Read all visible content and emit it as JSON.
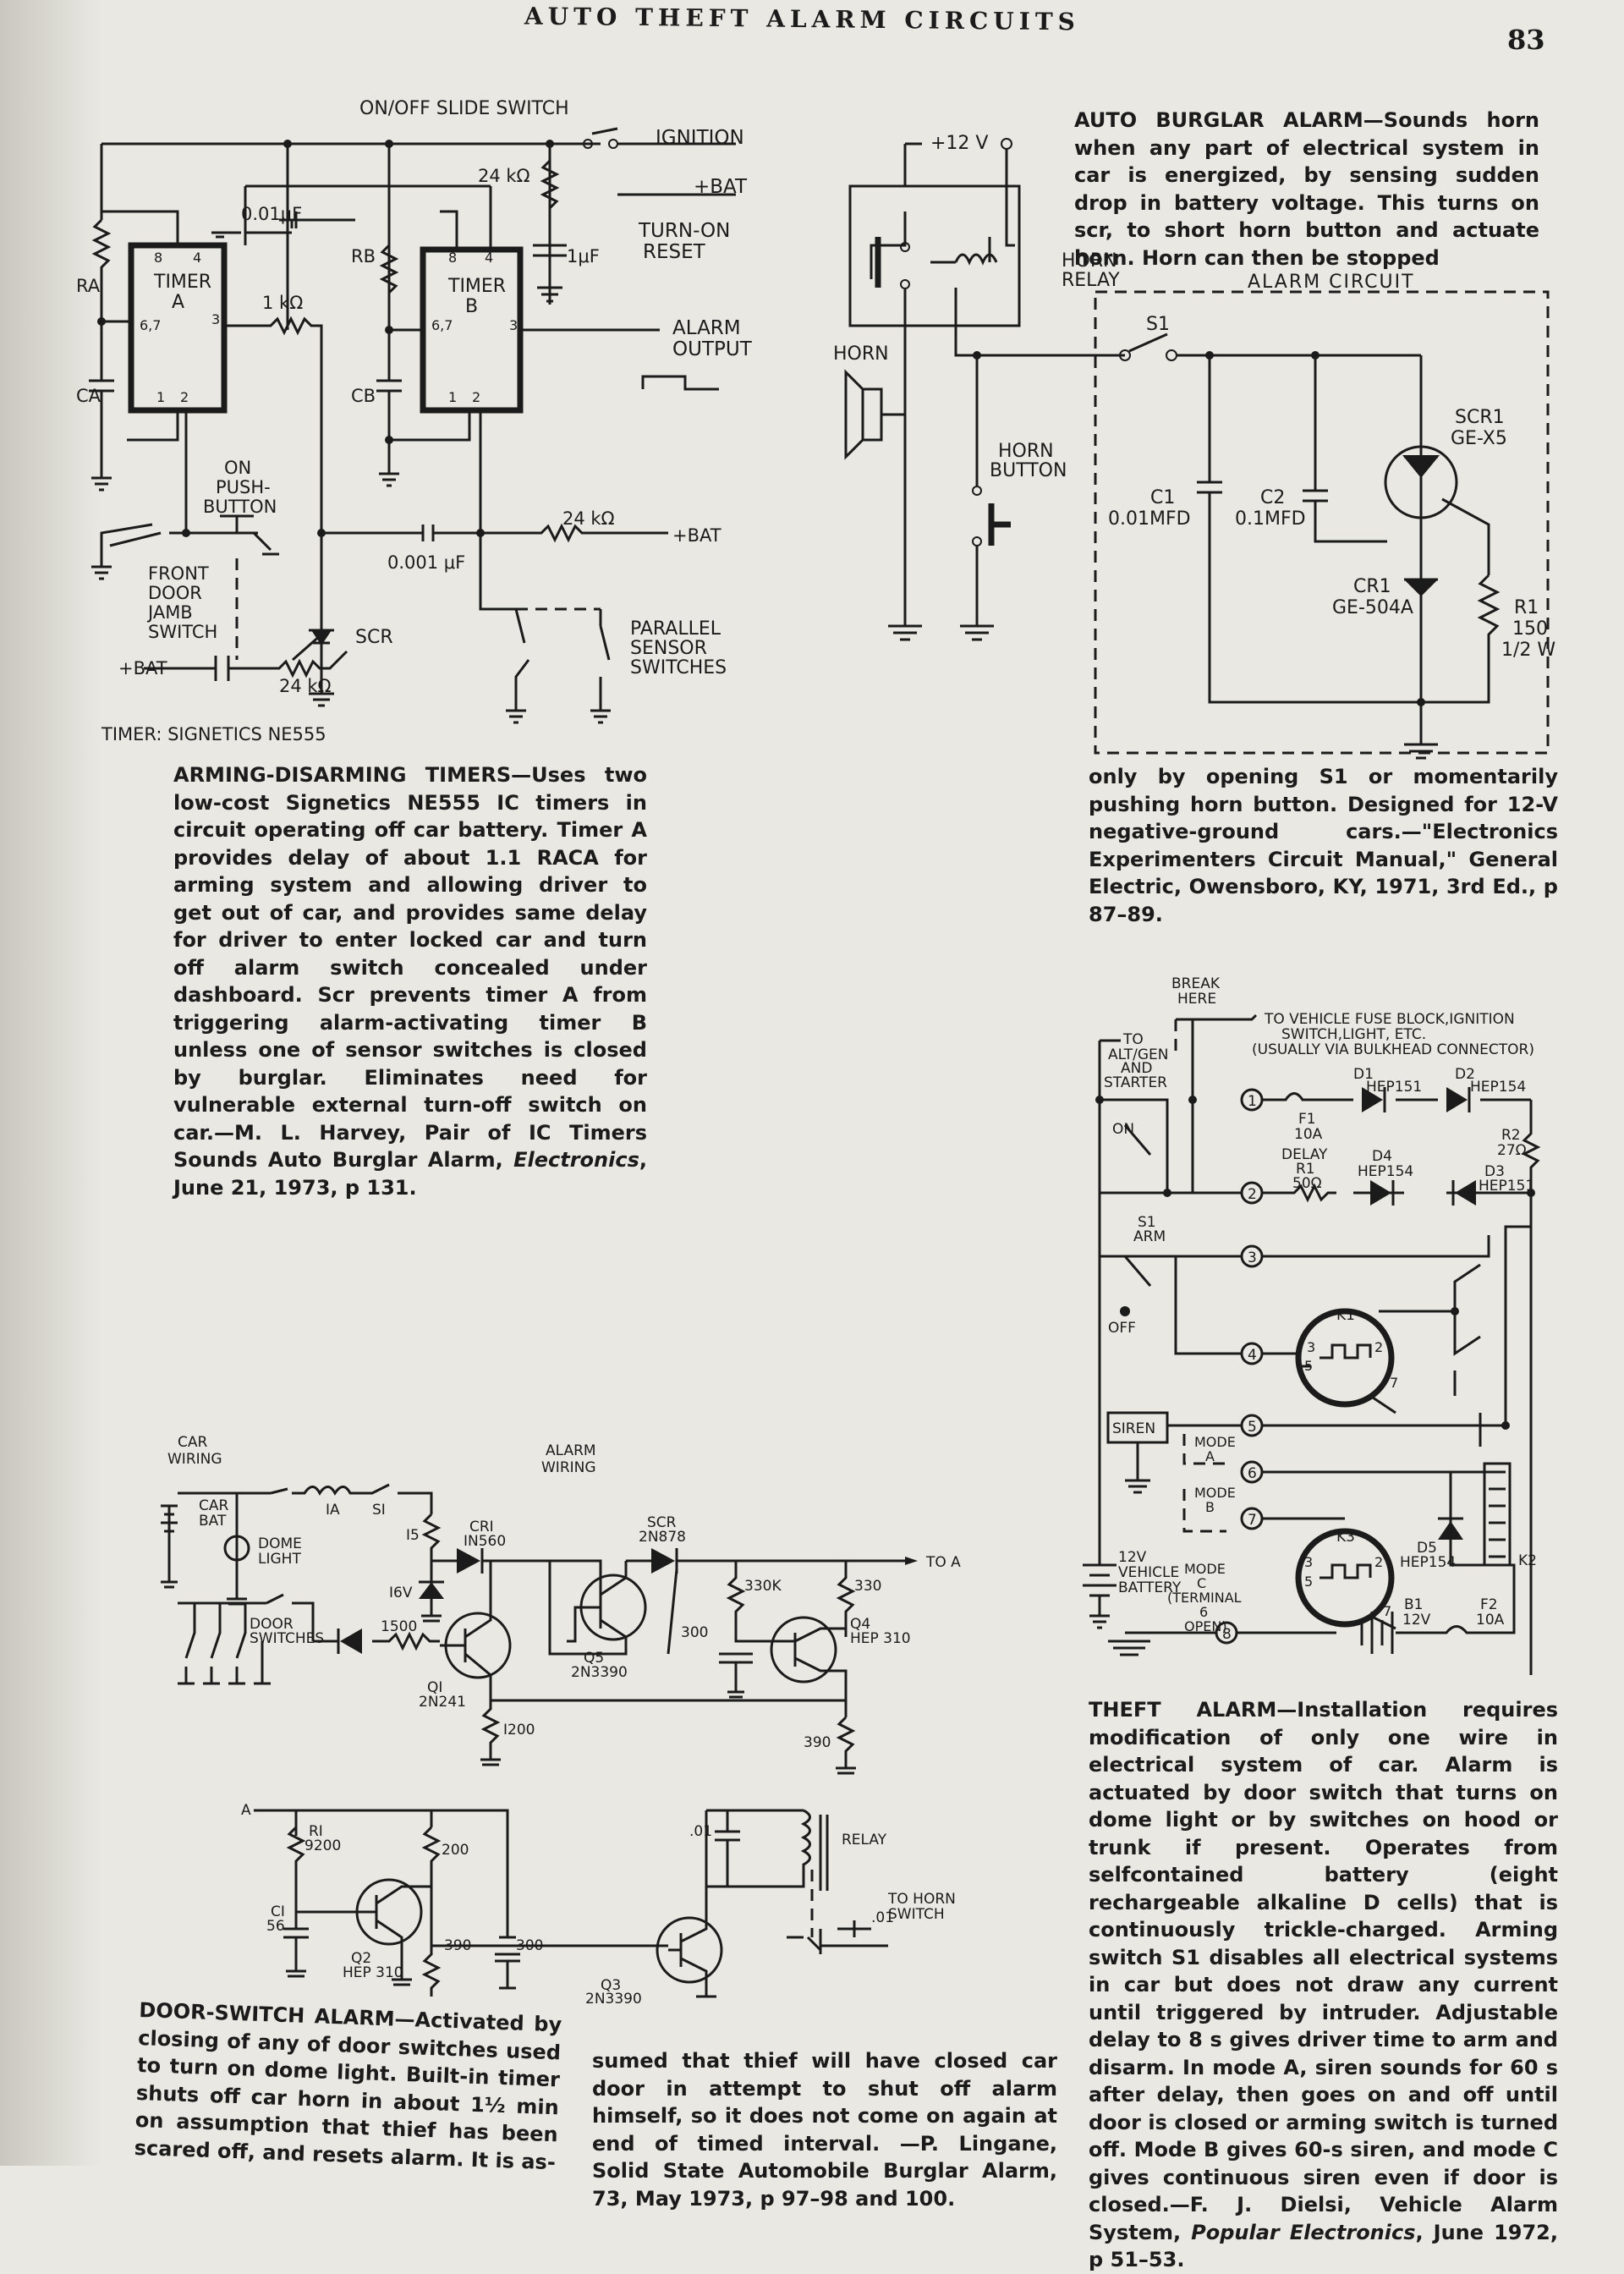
{
  "header": {
    "title": "AUTO THEFT ALARM CIRCUITS",
    "page_number": "83"
  },
  "circuit_arming": {
    "labels": {
      "slide_switch": "ON/OFF SLIDE SWITCH",
      "ignition": "IGNITION",
      "bat1": "+BAT",
      "r24k_top": "24 kΩ",
      "turn_on_reset": "TURN-ON\nRESET",
      "c001uf": "0.01μF",
      "c1uf": "1μF",
      "ra": "RA",
      "rb": "RB",
      "ca": "CA",
      "cb": "CB",
      "timer_a": "TIMER\nA",
      "timer_b": "TIMER\nB",
      "r1k": "1 kΩ",
      "alarm_output": "ALARM\nOUTPUT",
      "on_push_button": "ON\nPUSH-\nBUTTON",
      "front_door": "FRONT\nDOOR\nJAMB\nSWITCH",
      "c0001uf": "0.001 μF",
      "r24k_mid": "24 kΩ",
      "bat2": "+BAT",
      "scr": "SCR",
      "parallel": "PARALLEL\nSENSOR\nSWITCHES",
      "bat3": "+BAT",
      "r24k_bot": "24 kΩ",
      "timer_note": "TIMER: SIGNETICS NE555",
      "pin8a": "8",
      "pin4a": "4",
      "pin67a": "6,7",
      "pin3a": "3",
      "pin1a": "1",
      "pin2a": "2",
      "pin8b": "8",
      "pin4b": "4",
      "pin67b": "6,7",
      "pin3b": "3",
      "pin1b": "1",
      "pin2b": "2"
    }
  },
  "captions": {
    "arming": {
      "title": "ARMING-DISARMING TIMERS—",
      "body": "Uses two low-cost Signetics NE555 IC timers in circuit operating off car battery. Timer A provides delay of about 1.1 RACA for arming system and allowing driver to get out of car, and provides same delay for driver to enter locked car and turn off alarm switch concealed under dashboard. Scr prevents timer A from triggering alarm-activating timer B unless one of sensor switches is closed by burglar. Eliminates need for vulnerable external turn-off switch on car.—M. L. Harvey, Pair of IC Timers Sounds Auto Burglar Alarm, ",
      "source": "Electronics",
      "tail": ", June 21, 1973, p 131."
    },
    "burglar_top": {
      "title": "AUTO BURGLAR ALARM—",
      "body": "Sounds horn when any part of electrical system in car is energized, by sensing sudden drop in battery voltage. This turns on scr, to short horn button and actuate horn. Horn can then be stopped"
    },
    "burglar_bottom": {
      "body": "only by opening S1 or momentarily pushing horn button. Designed for 12-V negative-ground cars.—\"Electronics Experimenters Circuit Manual,\" General Electric, Owensboro, KY, 1971, 3rd Ed., p 87–89."
    },
    "theft": {
      "title": "THEFT ALARM—",
      "body": "Installation requires modification of only one wire in electrical system of car. Alarm is actuated by door switch that turns on dome light or by switches on hood or trunk if present. Operates from selfcontained battery (eight rechargeable alkaline D cells) that is continuously trickle-charged. Arming switch S1 disables all electrical systems in car but does not draw any current until triggered by intruder. Adjustable delay to 8 s gives driver time to arm and disarm. In mode A, siren sounds for 60 s after delay, then goes on and off until door is closed or arming switch is turned off. Mode B gives 60-s siren, and mode C gives continuous siren even if door is closed.—F. J. Dielsi, Vehicle Alarm System, ",
      "source": "Popular Electronics",
      "tail": ", June 1972, p 51–53."
    },
    "door_left": {
      "title": "DOOR-SWITCH ALARM—",
      "body": "Activated by closing of any of door switches used to turn on dome light. Built-in timer shuts off car horn in about 1½ min on assumption that thief has been scared off, and resets alarm. It is as-"
    },
    "door_right": {
      "body": "sumed that thief will have closed car door in attempt to shut off alarm himself, so it does not come on again at end of timed interval. —P. Lingane, Solid State Automobile Burglar Alarm, 73, May 1973, p 97–98 and 100."
    }
  },
  "circuit_horn": {
    "labels": {
      "v12": "+12 V",
      "horn_relay": "HORN\nRELAY",
      "alarm_circuit": "ALARM CIRCUIT",
      "s1": "S1",
      "horn": "HORN",
      "scr1": "SCR1\nGE-X5",
      "c1": "C1\n0.01MFD",
      "c2": "C2\n0.1MFD",
      "horn_button": "HORN\nBUTTON",
      "cr1": "CR1\nGE-504A",
      "r1": "R1\n150\n1/2 W"
    }
  },
  "circuit_theft": {
    "labels": {
      "break_here": "BREAK\nHERE",
      "fuse_block": "TO VEHICLE FUSE BLOCK,IGNITION\nSWITCH,LIGHT, ETC.\n(USUALLY VIA BULKHEAD CONNECTOR)",
      "alt": "TO\nALT/GEN\nAND\nSTARTER",
      "f1": "F1\n10A",
      "d1": "D1\nHEP151",
      "d2": "D2\nHEP154",
      "r2": "R2\n27Ω",
      "on": "ON",
      "delay": "DELAY\nR1\n50Ω",
      "d4": "D4\nHEP154",
      "d3": "D3\nHEP151",
      "s1arm": "S1\nARM",
      "off": "OFF",
      "k1": "K1",
      "siren": "SIREN",
      "mode_a": "MODE\nA",
      "mode_b": "MODE\nB",
      "battery": "12V\nVEHICLE\nBATTERY",
      "mode_c": "MODE\nC\n(TERMINAL\n6\nOPEN)",
      "k3": "K3",
      "d5": "D5\nHEP154",
      "k2": "K2",
      "b1": "B1\n12V",
      "f2": "F2\n10A",
      "t1": "1",
      "t2": "2",
      "t3": "3",
      "t4": "4",
      "t5": "5",
      "t6": "6",
      "t7": "7",
      "t8": "8",
      "k1p3": "3",
      "k1p2": "2",
      "k1p5": "5",
      "k1p7": "7",
      "k3p3": "3",
      "k3p2": "2",
      "k3p5": "5",
      "k3p7": "7"
    }
  },
  "circuit_door": {
    "labels": {
      "car_wiring": "CAR\nWIRING",
      "alarm_wiring": "ALARM\nWIRING",
      "car_bat": "CAR\nBAT",
      "dome_light": "DOME\nLIGHT",
      "ia": "IA",
      "s1": "SI",
      "i5": "I5",
      "cr1": "CRI\nIN560",
      "scr": "SCR\n2N878",
      "to_a": "TO A",
      "i6v": "I6V",
      "r330k": "330K",
      "r330": "330",
      "c300a": "300",
      "q4": "Q4\nHEP 310",
      "q5": "Q5\n2N3390",
      "door_switches": "DOOR\nSWITCHES",
      "r1500": "1500",
      "q1": "QI\n2N241",
      "r1200": "I200",
      "r390a": "390",
      "a": "A",
      "r1": "RI\n9200",
      "r200": "200",
      "c01a": ".01",
      "relay": "RELAY",
      "c1": "CI\n56",
      "q2": "Q2\nHEP 310",
      "r390b": "390",
      "c300b": "300",
      "q3": "Q3\n2N3390",
      "c01b": ".01",
      "to_horn": "TO HORN\nSWITCH"
    }
  }
}
